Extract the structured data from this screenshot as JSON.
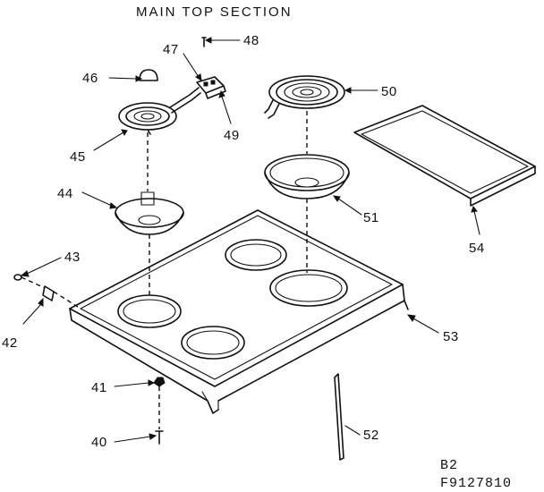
{
  "title": "MAIN TOP SECTION",
  "callouts": {
    "p40": "40",
    "p41": "41",
    "p42": "42",
    "p43": "43",
    "p44": "44",
    "p45": "45",
    "p46": "46",
    "p47": "47",
    "p48": "48",
    "p49": "49",
    "p50": "50",
    "p51": "51",
    "p52": "52",
    "p53": "53",
    "p54": "54"
  },
  "footer": {
    "sheet": "B2",
    "figure_number": "F9127810"
  }
}
